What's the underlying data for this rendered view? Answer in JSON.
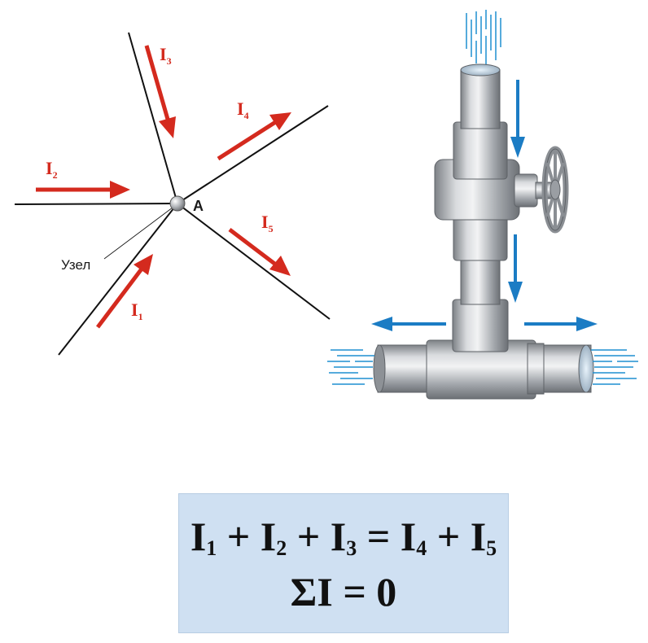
{
  "diagram": {
    "currents": [
      {
        "id": "i1",
        "symbol": "I",
        "index": "1"
      },
      {
        "id": "i2",
        "symbol": "I",
        "index": "2"
      },
      {
        "id": "i3",
        "symbol": "I",
        "index": "3"
      },
      {
        "id": "i4",
        "symbol": "I",
        "index": "4"
      },
      {
        "id": "i5",
        "symbol": "I",
        "index": "5"
      }
    ],
    "node_label": "A",
    "node_caption": "Узел",
    "colors": {
      "current_arrow": "#d42a1e",
      "water_arrow": "#1b7cc4",
      "water_stream": "#1e8fd0",
      "pipe_metal": "#b4b7bb",
      "formula_background": "#cfe0f2"
    }
  },
  "formula": {
    "line1": [
      {
        "sym": "I",
        "sub": "1"
      },
      {
        "op": "+"
      },
      {
        "sym": "I",
        "sub": "2"
      },
      {
        "op": "+"
      },
      {
        "sym": "I",
        "sub": "3"
      },
      {
        "op": "="
      },
      {
        "sym": "I",
        "sub": "4"
      },
      {
        "op": "+"
      },
      {
        "sym": "I",
        "sub": "5"
      }
    ],
    "line2": "ΣI = 0"
  }
}
